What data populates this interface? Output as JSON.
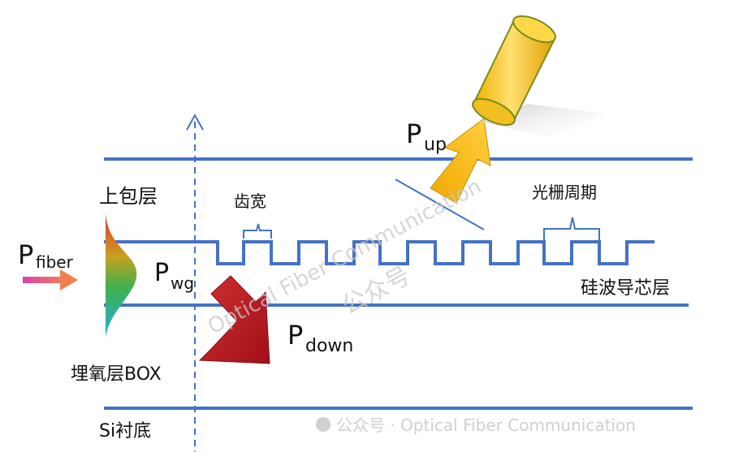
{
  "labels": {
    "upper_cladding": "上包层",
    "core_layer": "硅波导芯层",
    "box_layer": "埋氧层BOX",
    "substrate": "Si衬底",
    "tooth_width": "齿宽",
    "grating_period": "光栅周期",
    "p_fiber_main": "P",
    "p_fiber_sub": "fiber",
    "p_wg_main": "P",
    "p_wg_sub": "wg",
    "p_up_main": "P",
    "p_up_sub": "up",
    "p_down_main": "P",
    "p_down_sub": "down"
  },
  "watermark": {
    "line1": "Optical Fiber Communication",
    "line2": "公众号",
    "footer": "公众号 · Optical Fiber Communication"
  },
  "colors": {
    "layer_line": "#4472c4",
    "fiber_body": "#f5c200",
    "fiber_outline": "#7a8a1a",
    "up_arrow": "#f5b800",
    "down_arrow": "#c0181e",
    "fiber_input_arrow_start": "#e040a0",
    "fiber_input_arrow_end": "#f08060"
  }
}
